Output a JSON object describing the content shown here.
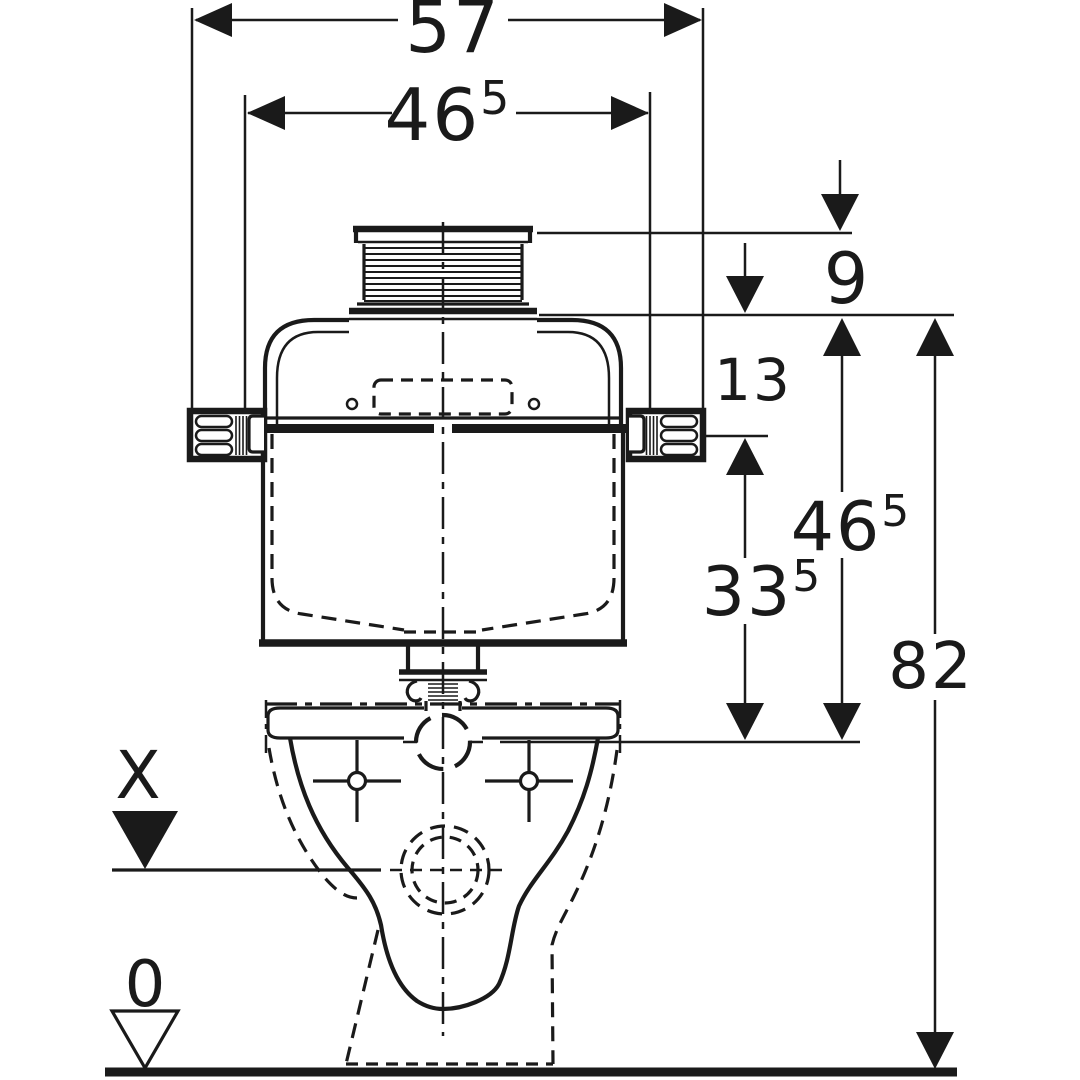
{
  "diagram": {
    "colors": {
      "line": "#1a1a1a",
      "background": "#ffffff"
    },
    "dimensions": {
      "overall_width": {
        "value": "57"
      },
      "fixing_width": {
        "value": "46",
        "sup": "5"
      },
      "top_offset": {
        "value": "9"
      },
      "rail_offset": {
        "value": "13"
      },
      "cistern_height": {
        "value": "46",
        "sup": "5"
      },
      "bowl_height": {
        "value": "33",
        "sup": "5"
      },
      "total_height": {
        "value": "82"
      }
    },
    "levels": {
      "x": {
        "label": "X"
      },
      "zero": {
        "label": "0"
      }
    }
  }
}
